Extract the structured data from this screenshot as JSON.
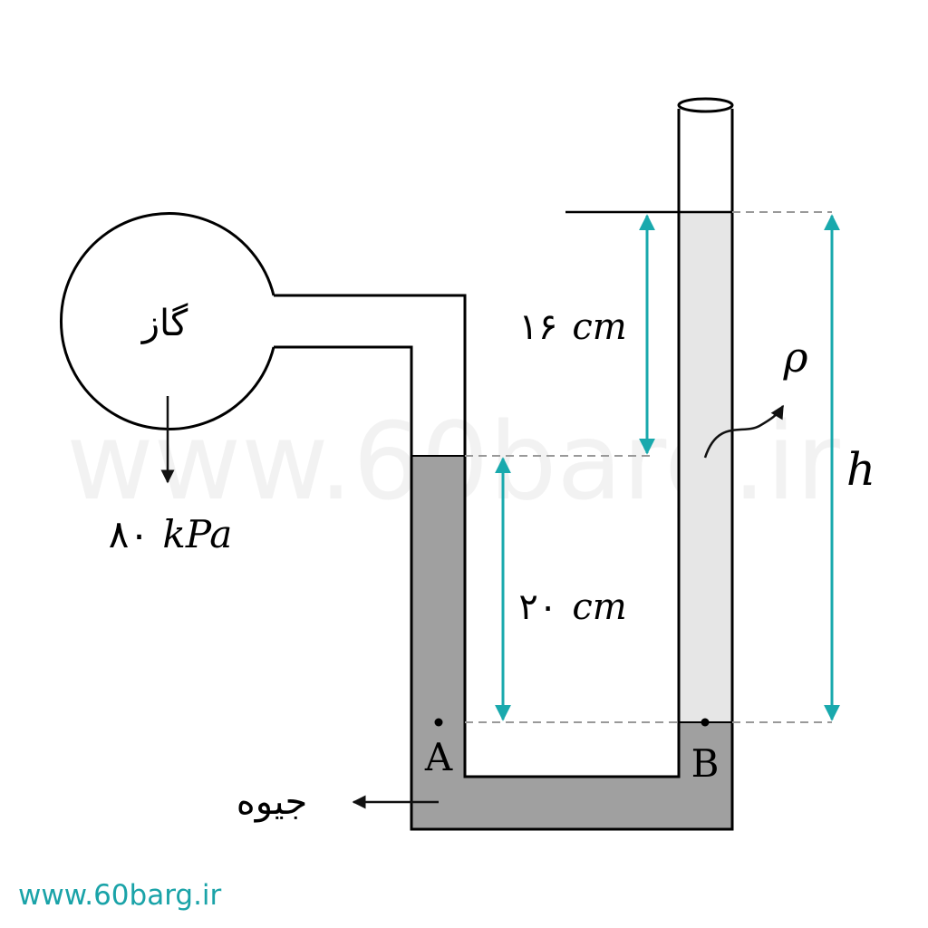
{
  "watermark": "www.60barg.ir",
  "footer_url": "www.60barg.ir",
  "gas_label": "گاز",
  "gas_pressure": "۸۰",
  "gas_pressure_unit": "kPa",
  "mercury_label": "جیوه",
  "h_label": "h",
  "rho_label": "ρ",
  "point_a": "A",
  "point b": "B",
  "point_b": "B",
  "dim_upper": {
    "value": "۱۶",
    "unit": "cm"
  },
  "dim_lower": {
    "value": "۲۰",
    "unit": "cm"
  },
  "colors": {
    "arrow": "#19a9ad",
    "mercury": "#a0a0a0",
    "liquid": "#e6e6e6",
    "footer": "#1aa3a8"
  }
}
